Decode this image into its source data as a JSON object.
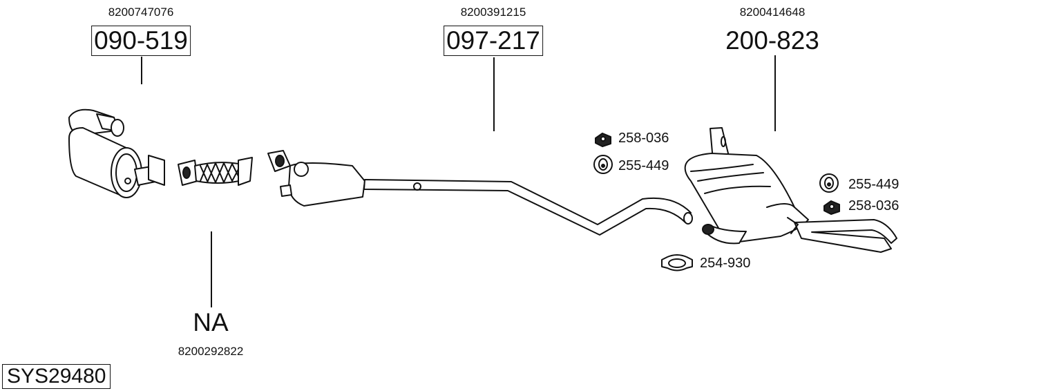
{
  "parts": [
    {
      "oe": "8200747076",
      "number": "090-519",
      "boxed": true
    },
    {
      "oe": "8200391215",
      "number": "097-217",
      "boxed": true
    },
    {
      "oe": "8200414648",
      "number": "200-823",
      "boxed": false
    },
    {
      "oe": "8200292822",
      "number": "NA",
      "boxed": false
    }
  ],
  "accessories": [
    {
      "number": "258-036",
      "icon": "nut-icon"
    },
    {
      "number": "255-449",
      "icon": "rubber-mount-icon"
    },
    {
      "number": "255-449",
      "icon": "rubber-mount-icon"
    },
    {
      "number": "258-036",
      "icon": "nut-icon"
    },
    {
      "number": "254-930",
      "icon": "clamp-icon"
    }
  ],
  "system_id": "SYS29480"
}
